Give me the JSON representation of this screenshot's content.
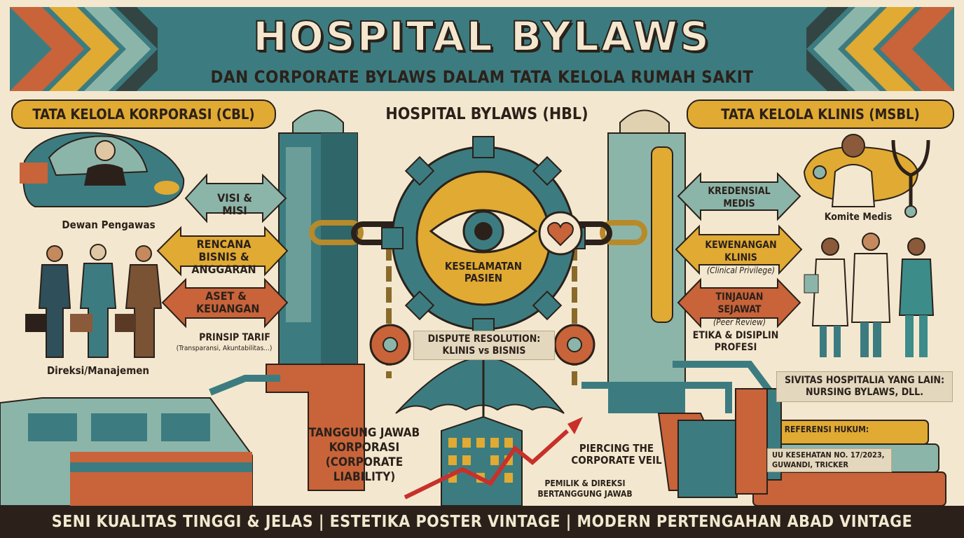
{
  "header": {
    "title": "HOSPITAL BYLAWS",
    "subtitle": "DAN CORPORATE BYLAWS DALAM TATA KELOLA RUMAH SAKIT"
  },
  "left": {
    "heading": "TATA KELOLA KORPORASI (CBL)",
    "board_label": "Dewan Pengawas",
    "directors_label": "Direksi/Manajemen",
    "arrows": [
      {
        "label": "VISI & MISI"
      },
      {
        "label": "RENCANA BISNIS & ANGGARAN"
      },
      {
        "label": "ASET & KEUANGAN"
      }
    ],
    "tariff_title": "PRINSIP TARIF",
    "tariff_note": "(Transparansi, Akuntabilitas...)"
  },
  "center": {
    "heading": "HOSPITAL BYLAWS (HBL)",
    "gear_label": "KESELAMATAN PASIEN",
    "dispute": "DISPUTE RESOLUTION: KLINIS vs BISNIS",
    "liability": "TANGGUNG JAWAB KORPORASI (CORPORATE LIABILITY)",
    "veil": "PIERCING THE CORPORATE VEIL",
    "owners": "PEMILIK & DIREKSI BERTANGGUNG JAWAB"
  },
  "right": {
    "heading": "TATA KELOLA KLINIS (MSBL)",
    "committee_label": "Komite Medis",
    "arrows": [
      {
        "label": "KREDENSIAL MEDIS",
        "note": ""
      },
      {
        "label": "KEWENANGAN KLINIS",
        "note": "(Clinical Privilege)"
      },
      {
        "label": "TINJAUAN SEJAWAT",
        "note": "(Peer Review)"
      }
    ],
    "ethics": "ETIKA & DISIPLIN PROFESI",
    "sivitas": "SIVITAS HOSPITALIA YANG LAIN: NURSING BYLAWS, DLL.",
    "ref_title": "REFERENSI HUKUM:",
    "ref_text": "UU KESEHATAN NO. 17/2023, GUWANDI, TRICKER"
  },
  "footer": "SENI KUALITAS TINGGI & JELAS | ESTETIKA POSTER VINTAGE | MODERN PERTENGAHAN ABAD VINTAGE",
  "colors": {
    "teal": "#3c7c80",
    "mustard": "#e0aa33",
    "rust": "#c8633a",
    "cream": "#f3e8cf",
    "ink": "#2b211a",
    "sage": "#8cb5aa"
  },
  "icons": [
    "eye-icon",
    "heart-icon",
    "gear-icon",
    "umbrella-icon",
    "chain-icon",
    "stethoscope-icon",
    "book-stack-icon",
    "skyscraper-icon",
    "zigzag-arrow-icon"
  ]
}
